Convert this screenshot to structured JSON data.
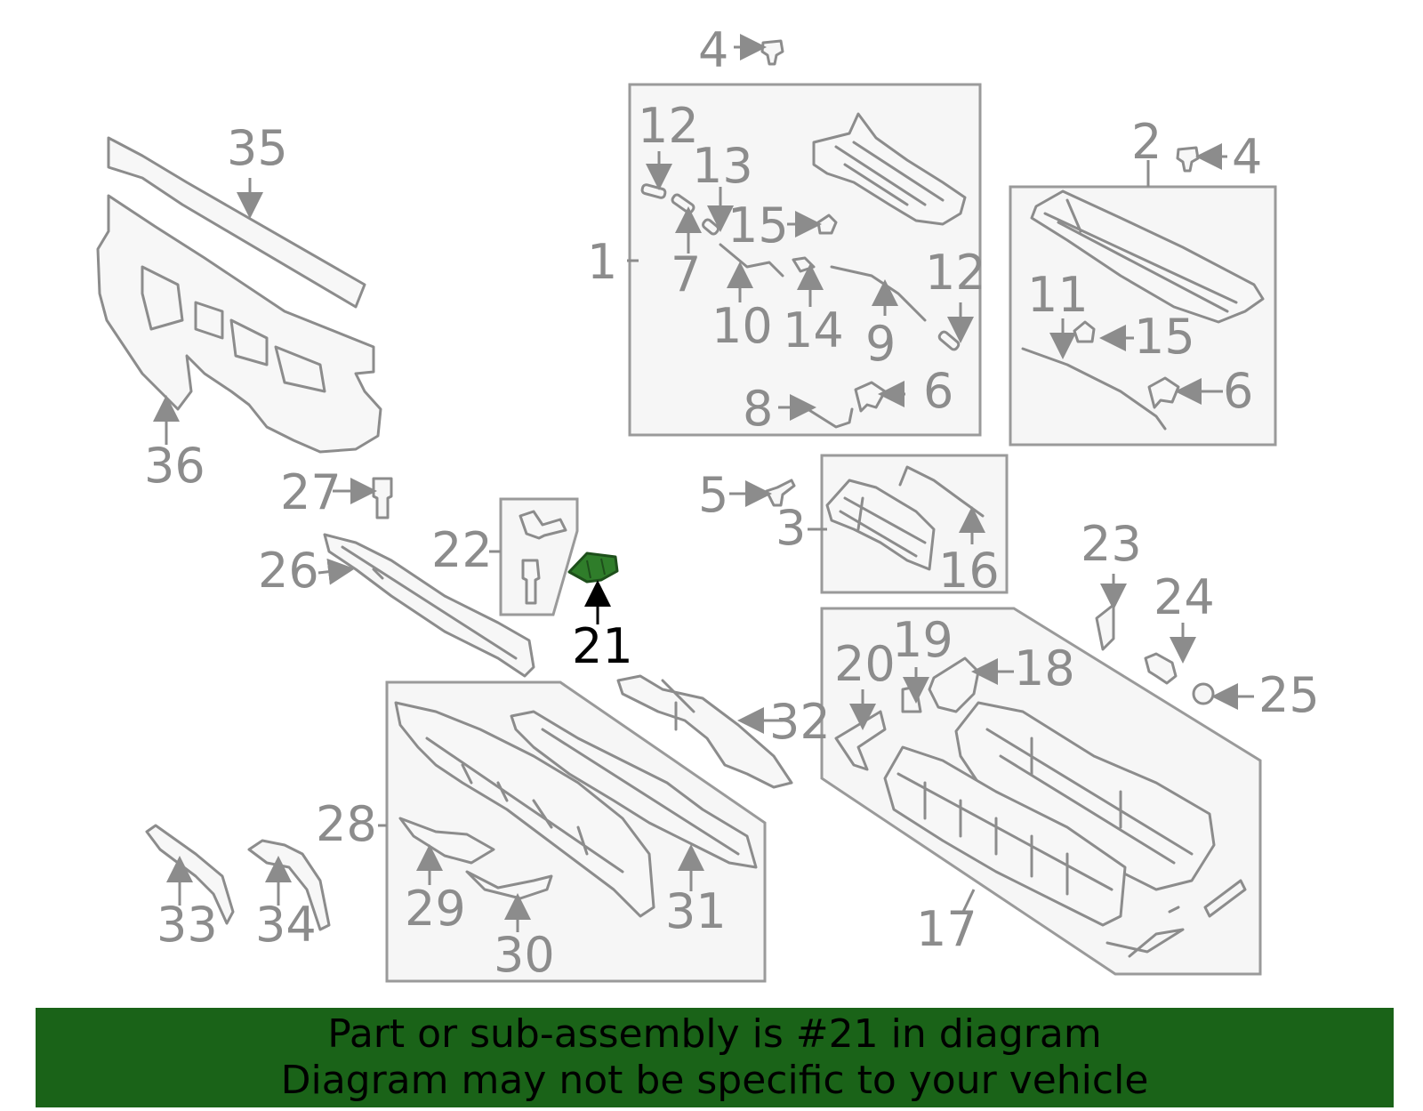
{
  "diagram": {
    "callouts": [
      "1",
      "2",
      "3",
      "4",
      "4",
      "5",
      "6",
      "6",
      "7",
      "8",
      "9",
      "10",
      "11",
      "12",
      "12",
      "13",
      "14",
      "15",
      "15",
      "16",
      "17",
      "18",
      "19",
      "20",
      "21",
      "22",
      "23",
      "24",
      "25",
      "26",
      "27",
      "28",
      "29",
      "30",
      "31",
      "32",
      "33",
      "34",
      "35",
      "36"
    ],
    "highlighted_callout": "21",
    "highlight_color": "#2f7d2a",
    "line_color": "#8c8c8c",
    "box_fill": "#f6f6f6"
  },
  "banner": {
    "line1": "Part or sub-assembly is #21 in diagram",
    "line2": "Diagram may not be specific to your vehicle",
    "background": "#1a6318"
  }
}
